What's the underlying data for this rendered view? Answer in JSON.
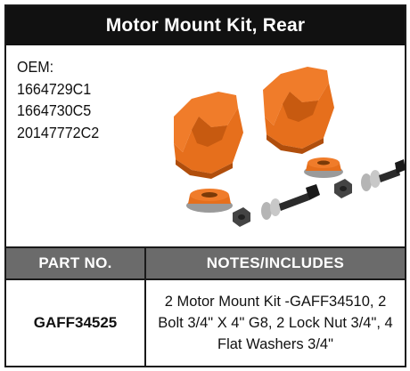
{
  "title": "Motor Mount Kit, Rear",
  "oem": {
    "label": "OEM:",
    "numbers": [
      "1664729C1",
      "1664730C5",
      "20147772C2"
    ]
  },
  "image": {
    "description_icon": "motor-mount-kit-parts",
    "colors": {
      "mount": "#f07c2a",
      "mount_shadow": "#c75a10",
      "bolt": "#2b2b2b",
      "washer": "#b5b5b5"
    }
  },
  "table": {
    "headers": {
      "part_no": "PART NO.",
      "notes": "NOTES/INCLUDES"
    },
    "rows": [
      {
        "part_no": "GAFF34525",
        "notes": "2 Motor Mount Kit -GAFF34510, 2 Bolt 3/4\" X 4\" G8, 2 Lock Nut 3/4\", 4 Flat Washers 3/4\""
      }
    ]
  },
  "colors": {
    "title_bg": "#111111",
    "header_bg": "#6b6b6b",
    "border": "#1a1a1a"
  }
}
